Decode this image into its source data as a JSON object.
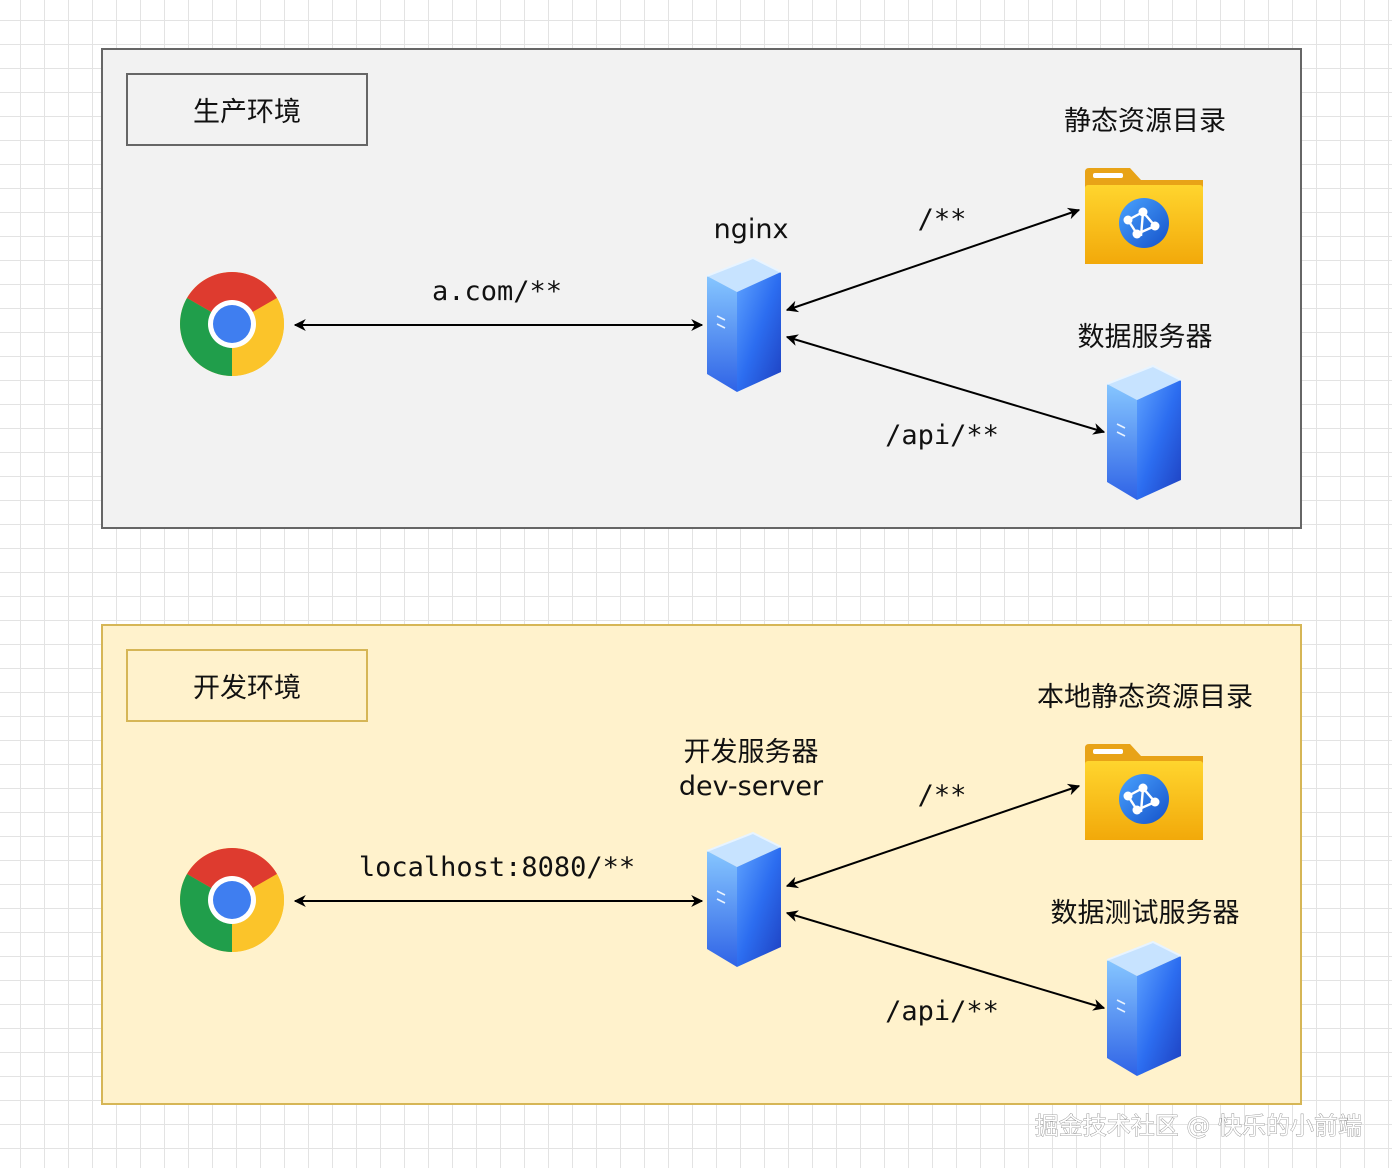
{
  "production": {
    "label": "生产环境",
    "proxy_label": "nginx",
    "browser_route": "a.com/**",
    "static_route": "/**",
    "api_route": "/api/**",
    "static_target": "静态资源目录",
    "data_target": "数据服务器"
  },
  "development": {
    "label": "开发环境",
    "proxy_label_line1": "开发服务器",
    "proxy_label_line2": "dev-server",
    "browser_route": "localhost:8080/**",
    "static_route": "/**",
    "api_route": "/api/**",
    "static_target": "本地静态资源目录",
    "data_target": "数据测试服务器"
  },
  "watermark": "掘金技术社区 @ 快乐的小前端",
  "icons": {
    "browser": "chrome-icon",
    "server": "server-icon",
    "folder": "web-folder-icon"
  },
  "colors": {
    "prod_panel_fill": "#f2f2f2",
    "prod_panel_border": "#666666",
    "dev_panel_fill": "#fff2cc",
    "dev_panel_border": "#d6b656"
  }
}
